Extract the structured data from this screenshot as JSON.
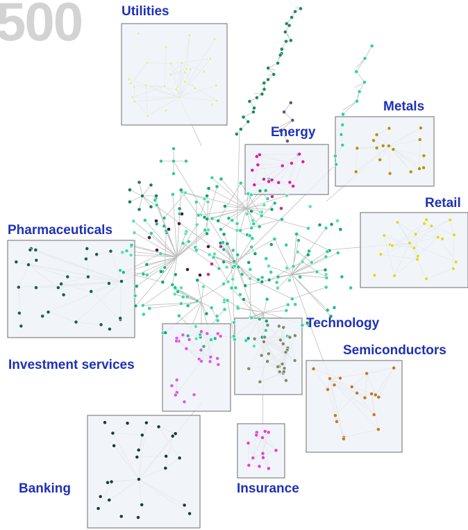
{
  "headline_number": "500",
  "sectors": [
    {
      "id": "utilities",
      "label": "Utilities",
      "color": "#e6ecc4"
    },
    {
      "id": "energy",
      "label": "Energy",
      "color": "#d81fa8"
    },
    {
      "id": "metals",
      "label": "Metals",
      "color": "#b29618"
    },
    {
      "id": "retail",
      "label": "Retail",
      "color": "#d9dc35"
    },
    {
      "id": "pharmaceuticals",
      "label": "Pharmaceuticals",
      "color": "#1f5c4a"
    },
    {
      "id": "technology",
      "label": "Technology",
      "color": "#7e8d6d"
    },
    {
      "id": "semiconductors",
      "label": "Semiconductors",
      "color": "#c07a25"
    },
    {
      "id": "investment",
      "label": "Investment services",
      "color": "#dd58e6"
    },
    {
      "id": "banking",
      "label": "Banking",
      "color": "#1c3b35"
    },
    {
      "id": "insurance",
      "label": "Insurance",
      "color": "#e041d8"
    }
  ],
  "colors": {
    "node_default": "#2fd39a",
    "edge": "#bdbdbd",
    "box_fill": "#eef3f8",
    "box_stroke": "#6b6b6b",
    "label_text": "#1f30b8",
    "big_number": "#d3d3d3"
  }
}
